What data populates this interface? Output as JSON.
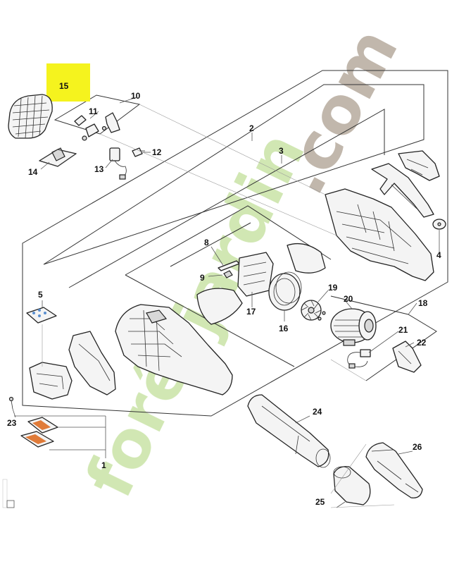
{
  "labels": {
    "p1": "1",
    "p2": "2",
    "p3": "3",
    "p4": "4",
    "p5": "5",
    "p8": "8",
    "p9": "9",
    "p10": "10",
    "p11": "11",
    "p12": "12",
    "p13": "13",
    "p14": "14",
    "p15": "15",
    "p16": "16",
    "p17": "17",
    "p18": "18",
    "p19": "19",
    "p20": "20",
    "p21": "21",
    "p22": "22",
    "p23": "23",
    "p24": "24",
    "p25": "25",
    "p26": "26"
  },
  "watermark": {
    "text_a": "forêt",
    "text_b": "jardin",
    "text_c": ".com",
    "color_green": "#c9e3a6",
    "color_gray": "#b6aa9d"
  },
  "highlight_color": "#f5f31e"
}
